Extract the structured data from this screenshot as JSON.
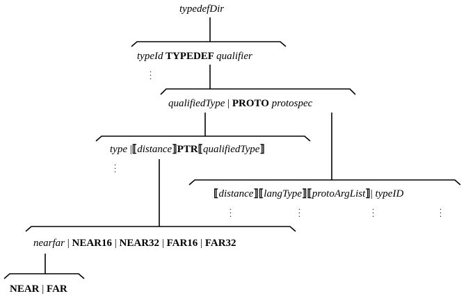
{
  "root": {
    "label": "typedefDir"
  },
  "level1": {
    "parts": [
      {
        "text": "typeId",
        "style": "italic"
      },
      {
        "text": " TYPEDEF ",
        "style": "bold"
      },
      {
        "text": "qualifier",
        "style": "italic"
      }
    ]
  },
  "level2": {
    "parts": [
      {
        "text": "qualifiedType",
        "style": "italic"
      },
      {
        "text": " | ",
        "style": "normal"
      },
      {
        "text": "PROTO",
        "style": "bold"
      },
      {
        "text": " ",
        "style": "normal"
      },
      {
        "text": "protospec",
        "style": "italic"
      }
    ]
  },
  "level3_left": {
    "parts": [
      {
        "text": "type",
        "style": "italic"
      },
      {
        "text": " |",
        "style": "normal"
      },
      {
        "text": "⟦",
        "style": "bold"
      },
      {
        "text": "distance",
        "style": "italic"
      },
      {
        "text": "⟧PTR⟦",
        "style": "bold"
      },
      {
        "text": "qualifiedType",
        "style": "italic"
      },
      {
        "text": "⟧",
        "style": "bold"
      }
    ]
  },
  "level3_right": {
    "parts": [
      {
        "text": "⟦",
        "style": "bold"
      },
      {
        "text": "distance",
        "style": "italic"
      },
      {
        "text": "⟧⟦",
        "style": "bold"
      },
      {
        "text": "langType",
        "style": "italic"
      },
      {
        "text": "⟧⟦",
        "style": "bold"
      },
      {
        "text": "protoArgList",
        "style": "italic"
      },
      {
        "text": "⟧",
        "style": "bold"
      },
      {
        "text": "| ",
        "style": "normal"
      },
      {
        "text": "typeID",
        "style": "italic"
      }
    ]
  },
  "level4": {
    "parts": [
      {
        "text": "nearfar",
        "style": "italic"
      },
      {
        "text": " | ",
        "style": "normal"
      },
      {
        "text": "NEAR16",
        "style": "bold"
      },
      {
        "text": " | ",
        "style": "normal"
      },
      {
        "text": "NEAR32",
        "style": "bold"
      },
      {
        "text": " | ",
        "style": "normal"
      },
      {
        "text": "FAR16",
        "style": "bold"
      },
      {
        "text": " | ",
        "style": "normal"
      },
      {
        "text": "FAR32",
        "style": "bold"
      }
    ]
  },
  "level5": {
    "parts": [
      {
        "text": "NEAR",
        "style": "bold"
      },
      {
        "text": " | ",
        "style": "normal"
      },
      {
        "text": "FAR",
        "style": "bold"
      }
    ]
  }
}
